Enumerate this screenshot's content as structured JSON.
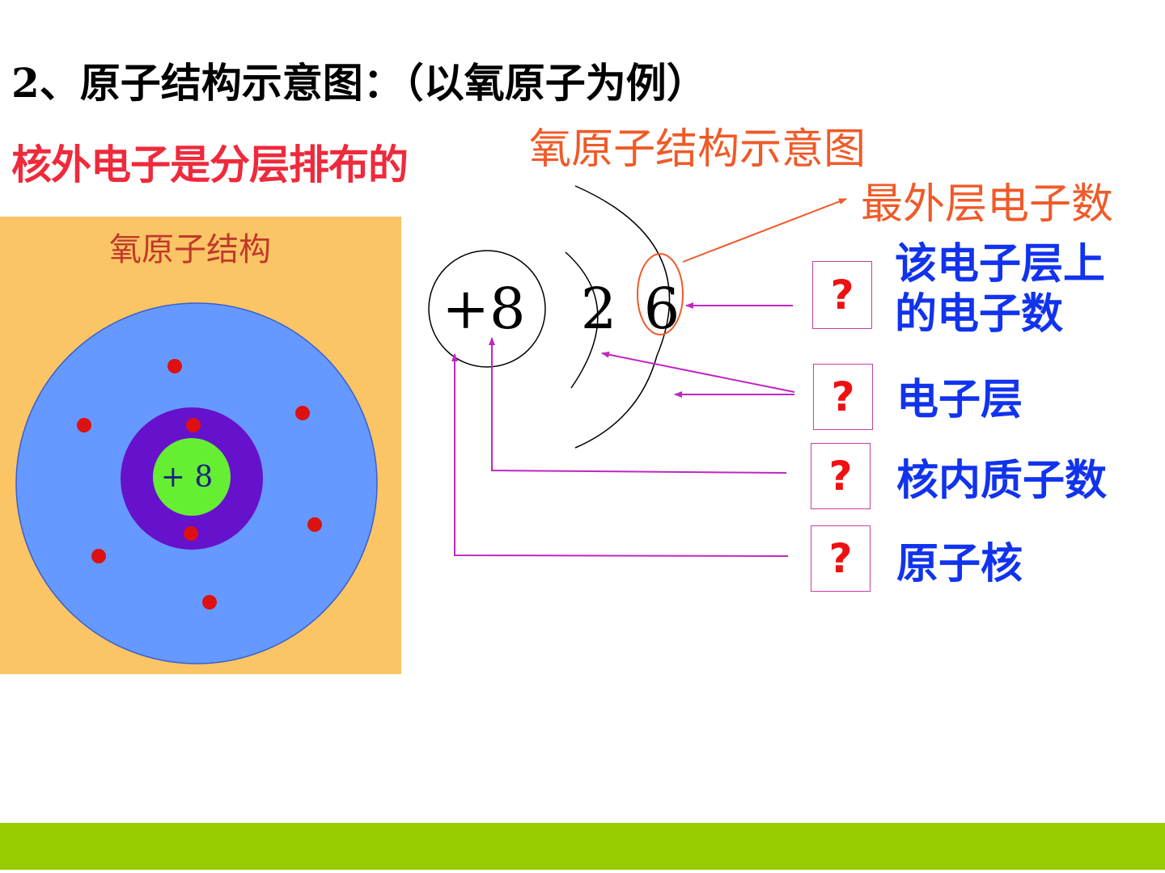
{
  "slide": {
    "title": "2、原子结构示意图：（以氧原子为例）",
    "subtitle": "核外电子是分层排布的",
    "diagram_caption": "氧原子结构示意图",
    "outer_electrons_label": "最外层电子数",
    "question_mark": "?",
    "terms": [
      "该电子层上的电子数",
      "电子层",
      "核内质子数",
      "原子核"
    ]
  },
  "atom_panel": {
    "title": "氧原子结构",
    "nucleus_label": "+ 8"
  },
  "notation": {
    "nucleus": "+8",
    "inner_shell": "2",
    "outer_shell": "6"
  },
  "colors": {
    "title": "#000000",
    "subtitle": "#ee2a3c",
    "caption": "#f05a28",
    "question": "#ee1111",
    "term": "#1133ee",
    "arrow": "#c026c0",
    "panel_bg": "#fbc465",
    "outer_shell": "#6699ff",
    "inner_shell": "#6611cc",
    "nucleus": "#66ee33",
    "electron": "#dd1111",
    "footer_bar": "#99cc00"
  }
}
